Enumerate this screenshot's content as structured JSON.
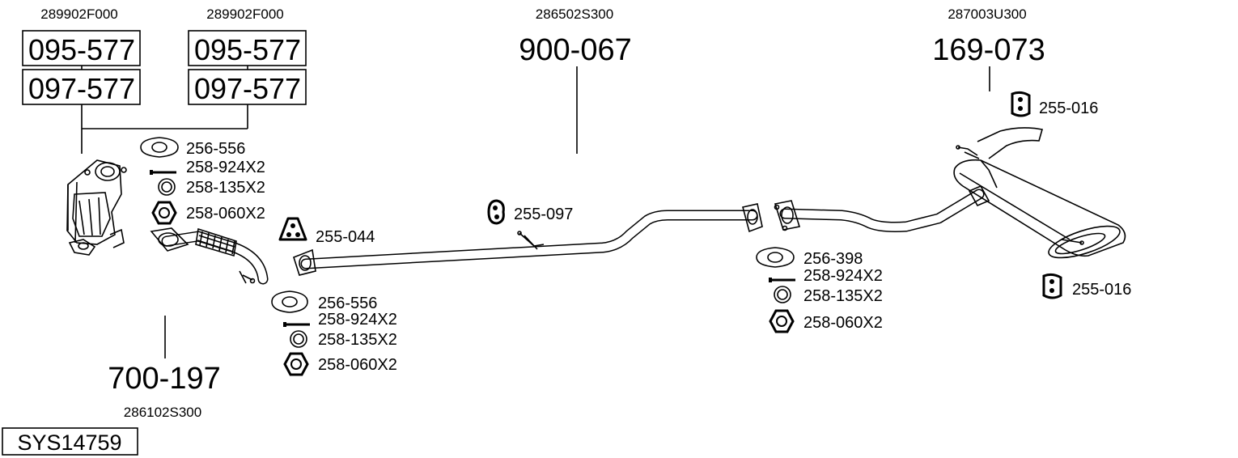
{
  "oem_numbers": {
    "cat_left": "289902F000",
    "cat_right": "289902F000",
    "middle_pipe": "286502S300",
    "rear_muffler": "287003U300",
    "front_pipe": "286102S300"
  },
  "part_boxes": {
    "left_top": "095-577",
    "left_bottom": "097-577",
    "right_top": "095-577",
    "right_bottom": "097-577"
  },
  "main_parts": {
    "middle_pipe": "900-067",
    "rear_muffler": "169-073",
    "front_pipe": "700-197"
  },
  "hardware": {
    "cat_gasket": "256-556",
    "cat_bolt": "258-924X2",
    "cat_spring": "258-135X2",
    "cat_nut": "258-060X2",
    "bracket_front": "255-044",
    "hanger_mid": "255-097",
    "rubber_top": "255-016",
    "rubber_bottom": "255-016",
    "front_gasket": "256-556",
    "front_bolt": "258-924X2",
    "front_spring": "258-135X2",
    "front_nut": "258-060X2",
    "rear_gasket": "256-398",
    "rear_bolt": "258-924X2",
    "rear_spring": "258-135X2",
    "rear_nut": "258-060X2"
  },
  "system_id": "SYS14759"
}
